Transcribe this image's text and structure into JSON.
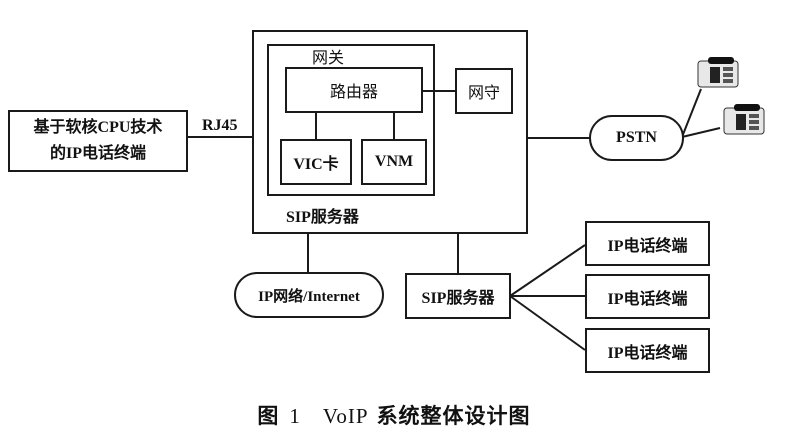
{
  "diagram": {
    "title": "VoIP系统整体设计图",
    "nodes": {
      "ip_terminal_softcore": {
        "line1": "基于软核CPU技术",
        "line2": "的IP电话终端"
      },
      "rj45_label": "RJ45",
      "gateway_label": "网关",
      "router": "路由器",
      "gatekeeper": "网守",
      "vic_card": "VIC卡",
      "vnm": "VNM",
      "sip_server_outer_label": "SIP服务器",
      "pstn": "PSTN",
      "ip_network": "IP网络/Internet",
      "sip_server": "SIP服务器",
      "ip_phone_terminals": [
        "IP电话终端",
        "IP电话终端",
        "IP电话终端"
      ]
    },
    "icons": [
      "telephone-icon",
      "telephone-icon"
    ],
    "edges": [
      [
        "ip_terminal_softcore",
        "sip_server_outer"
      ],
      [
        "router",
        "gatekeeper"
      ],
      [
        "router",
        "vic_card"
      ],
      [
        "router",
        "vnm"
      ],
      [
        "sip_server_outer",
        "pstn"
      ],
      [
        "pstn",
        "telephone_1"
      ],
      [
        "pstn",
        "telephone_2"
      ],
      [
        "sip_server_outer",
        "ip_network"
      ],
      [
        "sip_server_outer",
        "sip_server"
      ],
      [
        "sip_server",
        "ip_phone_terminal_1"
      ],
      [
        "sip_server",
        "ip_phone_terminal_2"
      ],
      [
        "sip_server",
        "ip_phone_terminal_3"
      ]
    ]
  },
  "caption": {
    "prefix": "图",
    "number": "1",
    "text_latin": "VoIP",
    "text_cn": "系统整体设计图"
  }
}
